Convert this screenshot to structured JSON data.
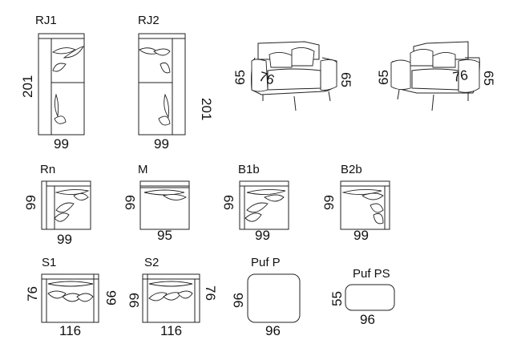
{
  "modules": {
    "rj1": {
      "code": "RJ1",
      "width": "99",
      "depth": "201"
    },
    "rj2": {
      "code": "RJ2",
      "width": "99",
      "depth": "201"
    },
    "rn": {
      "code": "Rn",
      "width": "99",
      "depth": "99"
    },
    "m": {
      "code": "M",
      "width": "95",
      "depth": "99"
    },
    "b1b": {
      "code": "B1b",
      "width": "99",
      "depth": "99"
    },
    "b2b": {
      "code": "B2b",
      "width": "99",
      "depth": "99"
    },
    "s1": {
      "code": "S1",
      "width": "116",
      "seat": "76",
      "depth": "99"
    },
    "s2": {
      "code": "S2",
      "width": "116",
      "seat": "99",
      "depth": "76"
    },
    "pufp": {
      "code": "Puf P",
      "width": "96",
      "depth": "96"
    },
    "pufps": {
      "code": "Puf PS",
      "width": "96",
      "depth": "55"
    }
  },
  "armchairs": {
    "left": {
      "height_left": "65",
      "width": "76",
      "height_right": "65"
    },
    "right": {
      "height_left": "65",
      "width": "76",
      "height_right": "65"
    }
  }
}
